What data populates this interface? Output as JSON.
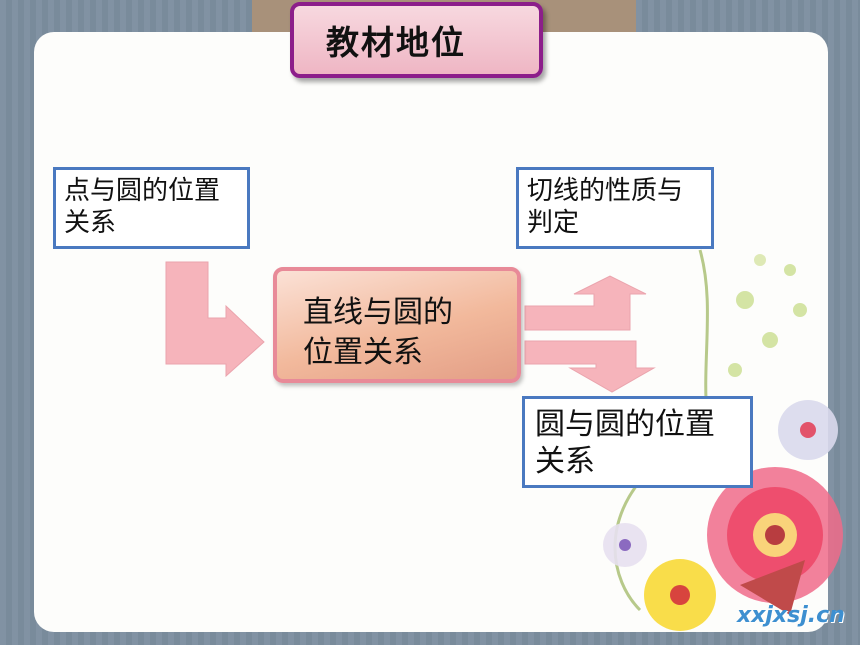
{
  "title": "教材地位",
  "boxes": {
    "top_left": {
      "line1": "点与圆的位置",
      "line2": "关系"
    },
    "top_right": {
      "line1": "切线的性质与",
      "line2": "判定"
    },
    "center": {
      "line1": "直线与圆的",
      "line2": "位置关系"
    },
    "bottom_right": {
      "line1": "圆与圆的位置",
      "line2": "关系"
    }
  },
  "watermark": "xxjxsj.cn",
  "colors": {
    "box_border": "#4a79c0",
    "title_border": "#8c1e8a",
    "arrow_fill": "#f6b4bb",
    "background": "#7d8fa0"
  }
}
